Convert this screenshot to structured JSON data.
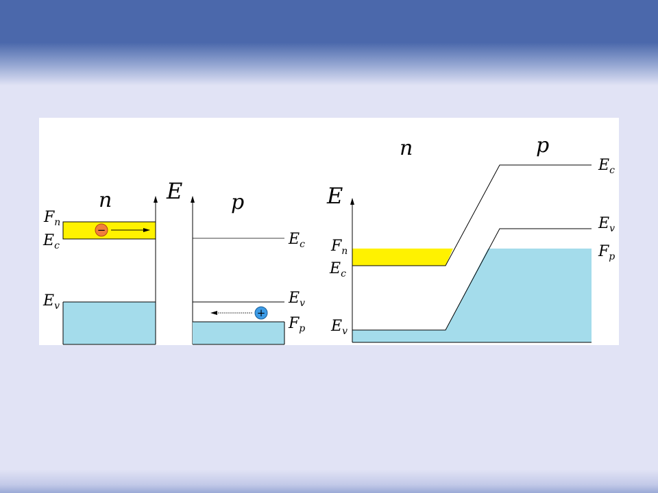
{
  "colors": {
    "header": "#4b68ab",
    "background": "#e1e3f5",
    "conduction_electrons": "#fff200",
    "valence_band": "#a4dceb",
    "electron": "#f07f3c",
    "hole": "#3c9be6"
  },
  "left_diagram": {
    "energy_axis": "E",
    "n_side": {
      "region": "n",
      "fermi": "F",
      "fermi_sub": "n",
      "cond": "E",
      "cond_sub": "c",
      "val": "E",
      "val_sub": "v"
    },
    "p_side": {
      "region": "p",
      "cond": "E",
      "cond_sub": "c",
      "val": "E",
      "val_sub": "v",
      "fermi": "F",
      "fermi_sub": "p"
    },
    "electron_symbol": "−",
    "hole_symbol": "+"
  },
  "right_diagram": {
    "energy_axis": "E",
    "n_region": "n",
    "p_region": "p",
    "n_labels": {
      "fermi": "F",
      "fermi_sub": "n",
      "cond": "E",
      "cond_sub": "c",
      "val": "E",
      "val_sub": "v"
    },
    "p_labels": {
      "cond": "E",
      "cond_sub": "c",
      "val": "E",
      "val_sub": "v",
      "fermi": "F",
      "fermi_sub": "p"
    }
  }
}
